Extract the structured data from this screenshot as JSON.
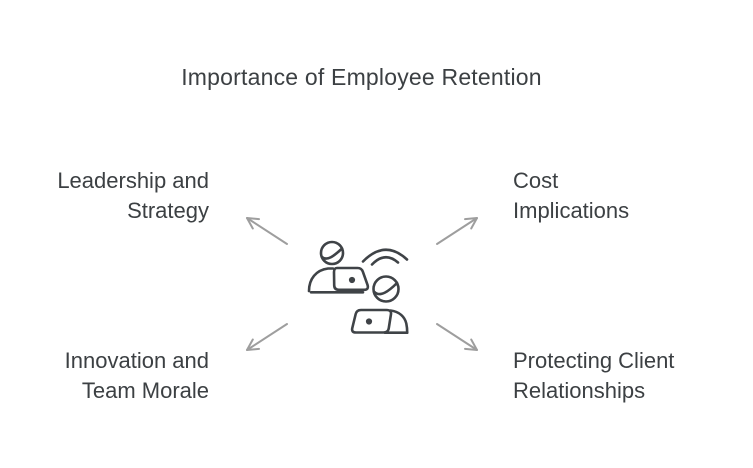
{
  "title": "Importance of Employee Retention",
  "center_icon": "two people working on laptops with wifi signal",
  "nodes": [
    {
      "id": "leadership-strategy",
      "position": "top-left",
      "label": "Leadership and Strategy",
      "lines": [
        "Leadership and",
        "Strategy"
      ],
      "arrow_direction": "to-top-left"
    },
    {
      "id": "cost-implications",
      "position": "top-right",
      "label": "Cost Implications",
      "lines": [
        "Cost",
        "Implications"
      ],
      "arrow_direction": "to-top-right"
    },
    {
      "id": "innovation-team-morale",
      "position": "bottom-left",
      "label": "Innovation and Team Morale",
      "lines": [
        "Innovation and",
        "Team Morale"
      ],
      "arrow_direction": "to-bottom-left"
    },
    {
      "id": "protecting-client-relationships",
      "position": "bottom-right",
      "label": "Protecting Client Relationships",
      "lines": [
        "Protecting Client",
        "Relationships"
      ],
      "arrow_direction": "to-bottom-right"
    }
  ],
  "colors": {
    "background": "#ffffff",
    "text": "#3c4043",
    "arrow": "#9e9e9e",
    "icon_stroke": "#3f4347"
  }
}
